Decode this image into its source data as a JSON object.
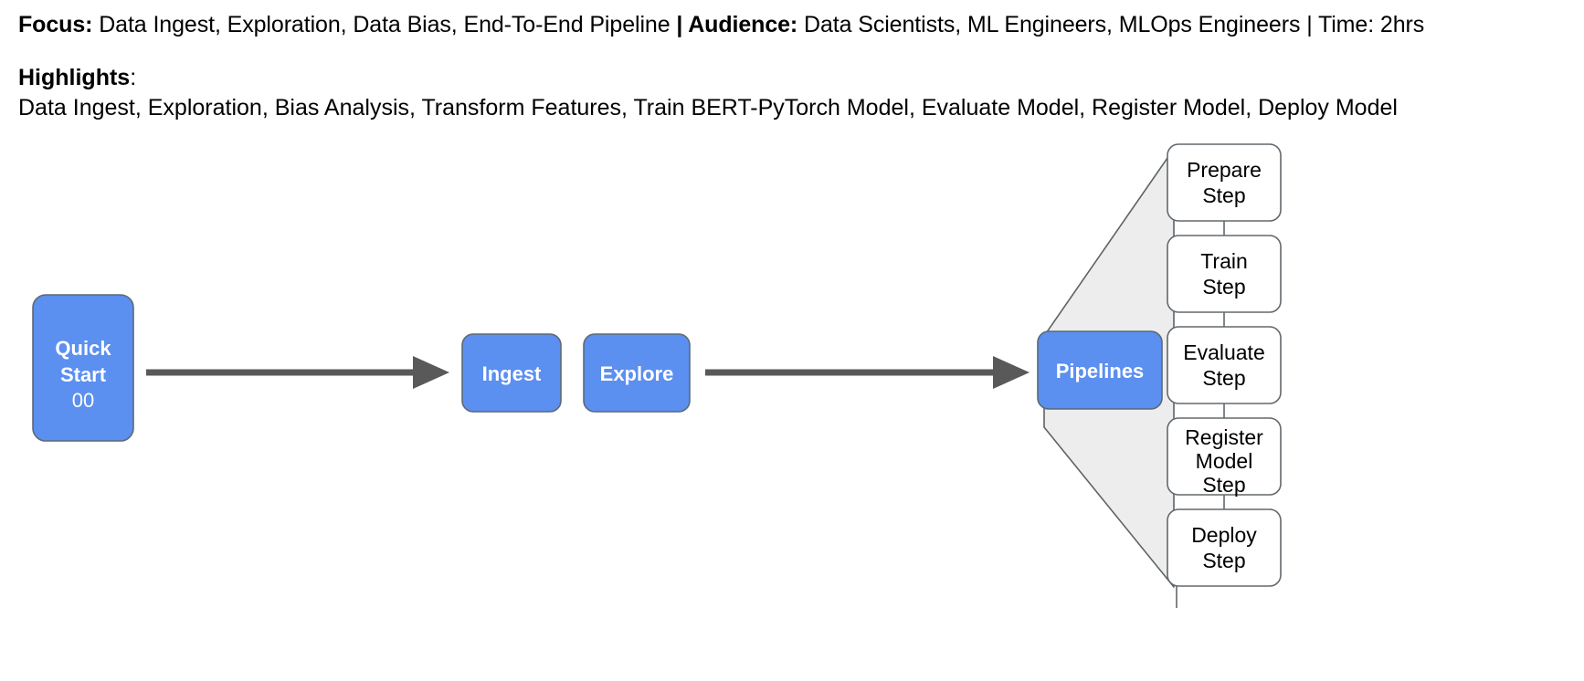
{
  "header": {
    "focus": {
      "label": "Focus:",
      "value": " Data Ingest, Exploration, Data Bias, End-To-End Pipeline ",
      "separator1": "|",
      "audience_label": " Audience:",
      "audience_value": " Data Scientists, ML Engineers, MLOps Engineers ",
      "separator2": "|",
      "time": " Time: 2hrs"
    },
    "highlights_label": "Highlights",
    "highlights_colon": ":",
    "highlights_items": "Data Ingest, Exploration, Bias Analysis, Transform Features, Train BERT-PyTorch Model, Evaluate Model, Register Model, Deploy Model"
  },
  "diagram": {
    "quick_start": {
      "title_line1": "Quick",
      "title_line2": "Start",
      "subtitle": "00"
    },
    "ingest": {
      "label": "Ingest"
    },
    "explore": {
      "label": "Explore"
    },
    "pipelines": {
      "label": "Pipelines"
    },
    "steps": [
      {
        "line1": "Prepare",
        "line2": "Step",
        "line3": ""
      },
      {
        "line1": "Train",
        "line2": "Step",
        "line3": ""
      },
      {
        "line1": "Evaluate",
        "line2": "Step",
        "line3": ""
      },
      {
        "line1": "Register",
        "line2": "Model",
        "line3": "Step"
      },
      {
        "line1": "Deploy",
        "line2": "Step",
        "line3": ""
      }
    ],
    "colors": {
      "node_blue": "#5b8ff0",
      "node_white": "#ffffff",
      "fan_grey": "#ededed",
      "arrow_grey": "#595959",
      "stroke_grey": "#62686d"
    }
  }
}
